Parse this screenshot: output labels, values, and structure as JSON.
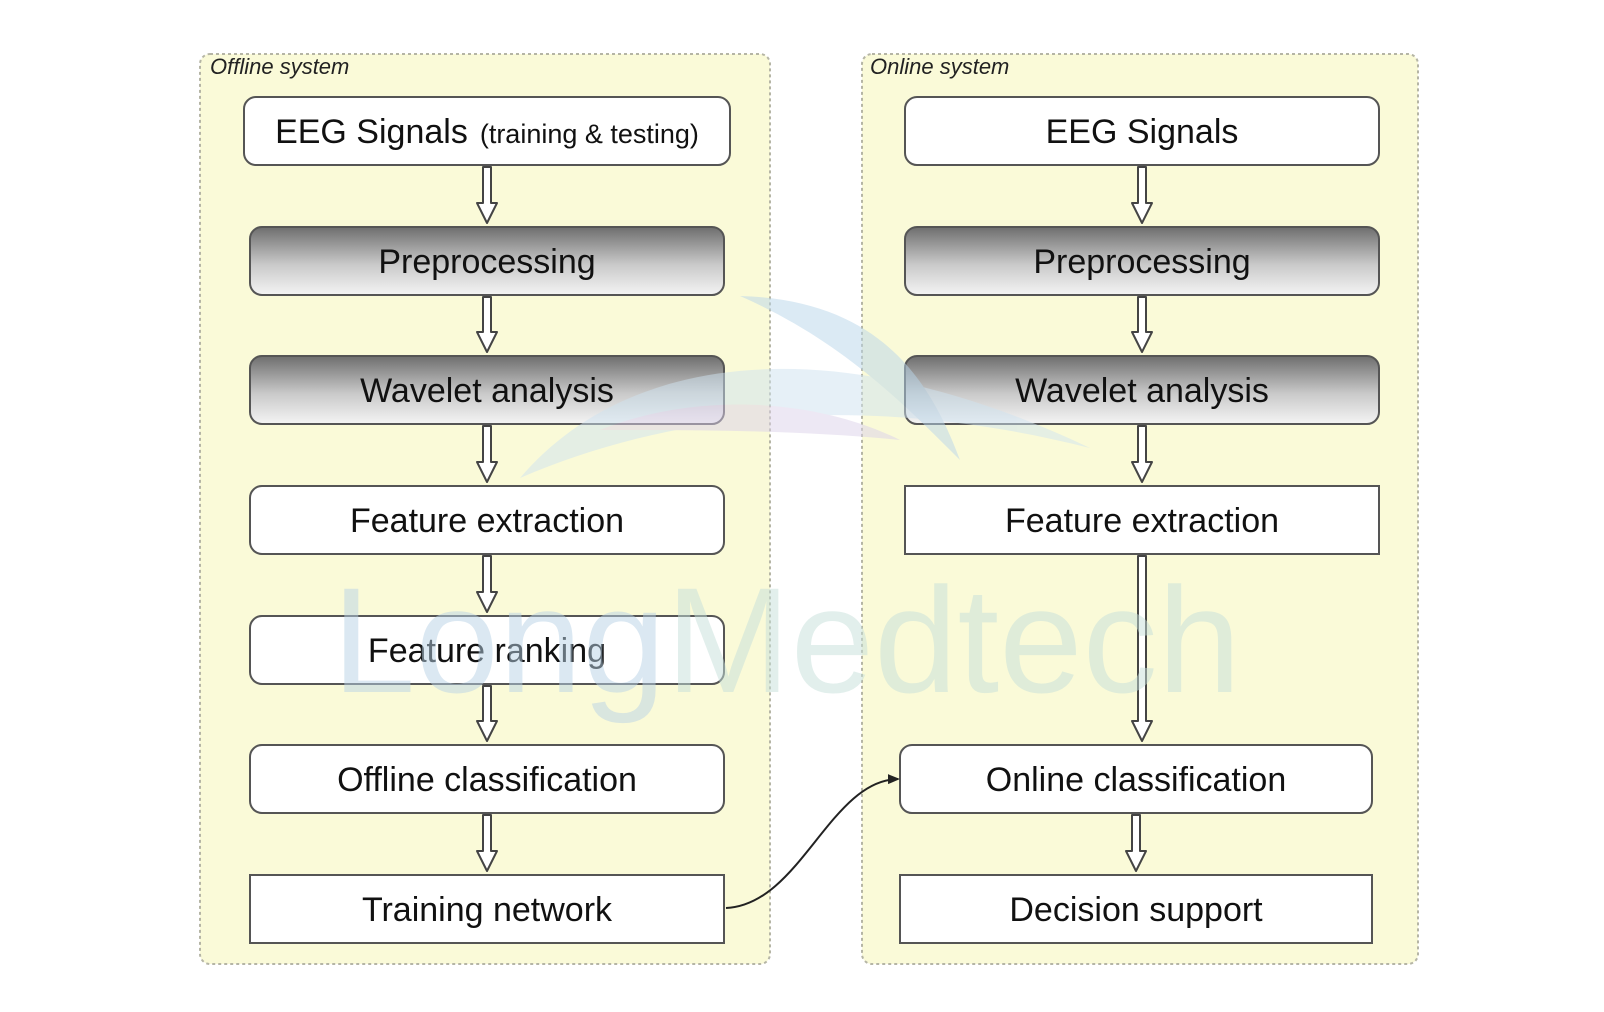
{
  "watermark": {
    "text_part1": "Long",
    "text_part2": "Medtech"
  },
  "offline": {
    "label": "Offline  system",
    "steps": [
      {
        "text": "EEG Signals",
        "sub": "(training & testing)"
      },
      {
        "text": "Preprocessing"
      },
      {
        "text": "Wavelet analysis"
      },
      {
        "text": "Feature extraction"
      },
      {
        "text": "Feature ranking"
      },
      {
        "text": "Offline classification"
      },
      {
        "text": "Training network"
      }
    ]
  },
  "online": {
    "label": "Online  system",
    "steps": [
      {
        "text": "EEG Signals"
      },
      {
        "text": "Preprocessing"
      },
      {
        "text": "Wavelet analysis"
      },
      {
        "text": "Feature extraction"
      },
      {
        "text": "Online classification"
      },
      {
        "text": "Decision support"
      }
    ]
  },
  "colors": {
    "panel_fill": "#fafad8",
    "panel_border": "#b5b5a5",
    "box_border": "#555555",
    "gradient_dark": "#6e6e6e",
    "gradient_light": "#f7f7f7"
  }
}
